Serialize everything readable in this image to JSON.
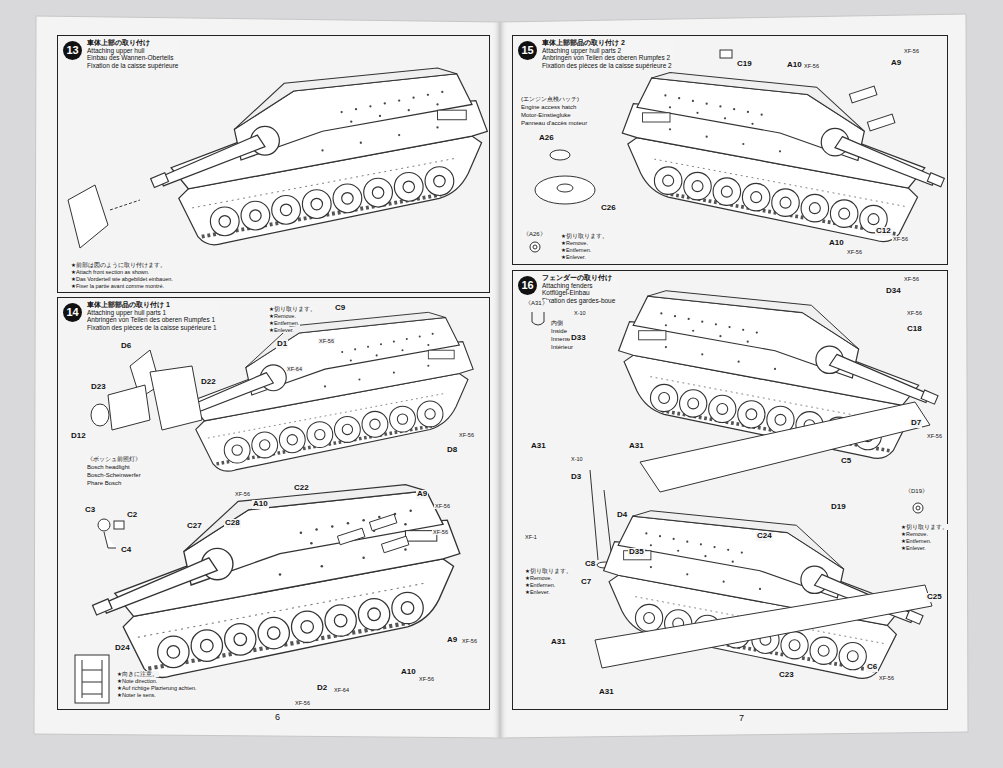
{
  "diagram": {
    "nodes": [
      {
        "text": [
          "車体上部の取り付け",
          "Attaching upper hull",
          "Einbau des Wannen-Oberteils",
          "Fixation de la caisse supérieure"
        ]
      },
      {
        "text": [
          "13"
        ],
        "in": 0
      },
      {
        "text": [
          "車体上部部品の取り付け 1",
          "Attaching upper hull parts 1",
          "Anbringen von Teilen des oberen Rumpfes 1",
          "Fixation des pièces de la caisse supérieure 1"
        ]
      },
      {
        "text": [
          "14"
        ],
        "in": 2
      },
      {
        "text": [
          "車体上部部品の取り付け 2",
          "Attaching upper hull parts 2",
          "Anbringen von Teilen des oberen Rumpfes 2",
          "Fixation des pièces de la caisse supérieure 2"
        ]
      },
      {
        "text": [
          "15"
        ],
        "in": 4
      },
      {
        "text": [
          "フェンダーの取り付け",
          "Attaching fenders",
          "Kotflügel-Einbau",
          "Fixation des gardes-boue"
        ]
      },
      {
        "text": [
          "16"
        ],
        "in": 6
      }
    ],
    "labels": [
      "★前部は図のように取り付けます。",
      "★Attach front section as shown.",
      "★Das Vorderteil wie abgebildet einbauen.",
      "★Fixer la partie avant comme montré.",
      "★切り取ります。",
      "★Remove.",
      "★Entfernen.",
      "★Enlever.",
      "C9",
      "XF-56",
      "D1",
      "XF-64",
      "D6",
      "D23",
      "D22",
      "D12",
      "XF-56",
      "D8",
      "《ボッシュ前照灯》",
      "Bosch headlight",
      "Bosch-Scheinwerfer",
      "Phare Bosch",
      "C3",
      "C2",
      "C4",
      "C27",
      "C28",
      "XF-56",
      "A10",
      "C22",
      "A9",
      "XF-56",
      "XF-56",
      "A9",
      "XF-56",
      "A10",
      "XF-56",
      "D24",
      "★向きに注意。",
      "★Note direction.",
      "★Auf richtige Plazierung achten.",
      "★Noter le sens.",
      "D2",
      "XF-64",
      "XF-56",
      "6",
      "C19",
      "A10",
      "XF-56",
      "A9",
      "XF-56",
      "(エンジン点検ハッチ)",
      "Engine access hatch",
      "Motor-Einstiegluke",
      "Panneau d'accès moteur",
      "A26",
      "C26",
      "《A26》",
      "★切り取ります。",
      "★Remove.",
      "★Entfernen.",
      "★Enlever.",
      "A10",
      "XF-56",
      "C12",
      "XF-56",
      "《A31》",
      "内側",
      "Inside",
      "Innenseite",
      "Intérieur",
      "X-10",
      "D33",
      "D34",
      "XF-56",
      "XF-56",
      "C18",
      "D7",
      "XF-56",
      "C5",
      "A31",
      "A31",
      "C24",
      "X-10",
      "D3",
      "D4",
      "XF-1",
      "★切り取ります。",
      "★Remove.",
      "★Entfernen.",
      "★Enlever.",
      "D35",
      "C8",
      "C7",
      "D19",
      "《D19》",
      "★切り取ります。",
      "★Remove.",
      "★Entfernen.",
      "★Enlever.",
      "C25",
      "C6",
      "XF-56",
      "C23",
      "A31",
      "A31",
      "7"
    ]
  }
}
